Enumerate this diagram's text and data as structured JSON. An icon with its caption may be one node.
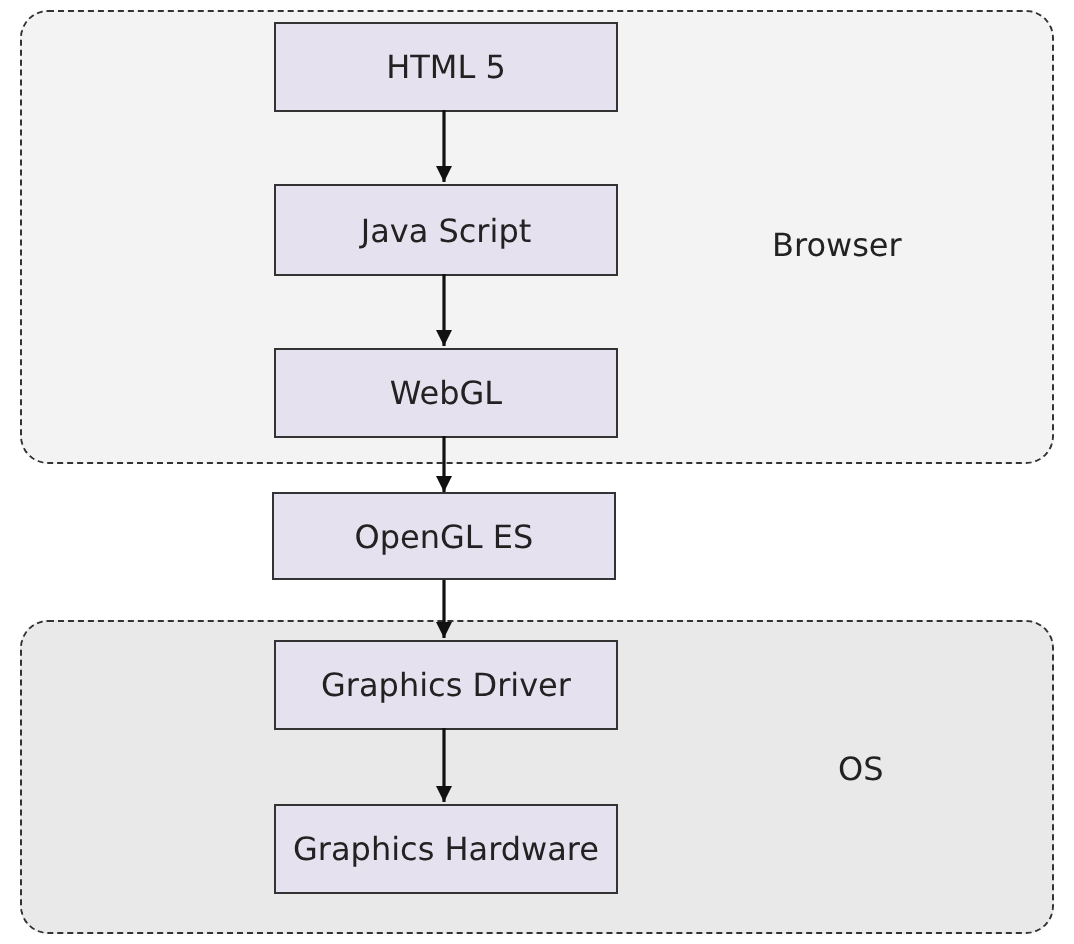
{
  "diagram": {
    "nodes": [
      {
        "text": [
          "Browser"
        ]
      },
      {
        "text": [
          "HTML 5"
        ],
        "in": 0
      },
      {
        "text": [
          "Java Script"
        ],
        "in": 0
      },
      {
        "text": [
          "WebGL"
        ],
        "in": 0
      },
      {
        "text": [
          "OpenGL ES"
        ]
      },
      {
        "text": [
          "OS"
        ]
      },
      {
        "text": [
          "Graphics Driver"
        ],
        "in": 5
      },
      {
        "text": [
          "Graphics Hardware"
        ],
        "in": 5
      }
    ],
    "edges": [
      {
        "from": 1,
        "to": 2,
        "arrow": "to"
      },
      {
        "from": 2,
        "to": 3,
        "arrow": "to"
      },
      {
        "from": 3,
        "to": 4,
        "arrow": "to"
      },
      {
        "from": 4,
        "to": 6,
        "arrow": "to"
      },
      {
        "from": 6,
        "to": 7,
        "arrow": "to"
      }
    ]
  }
}
